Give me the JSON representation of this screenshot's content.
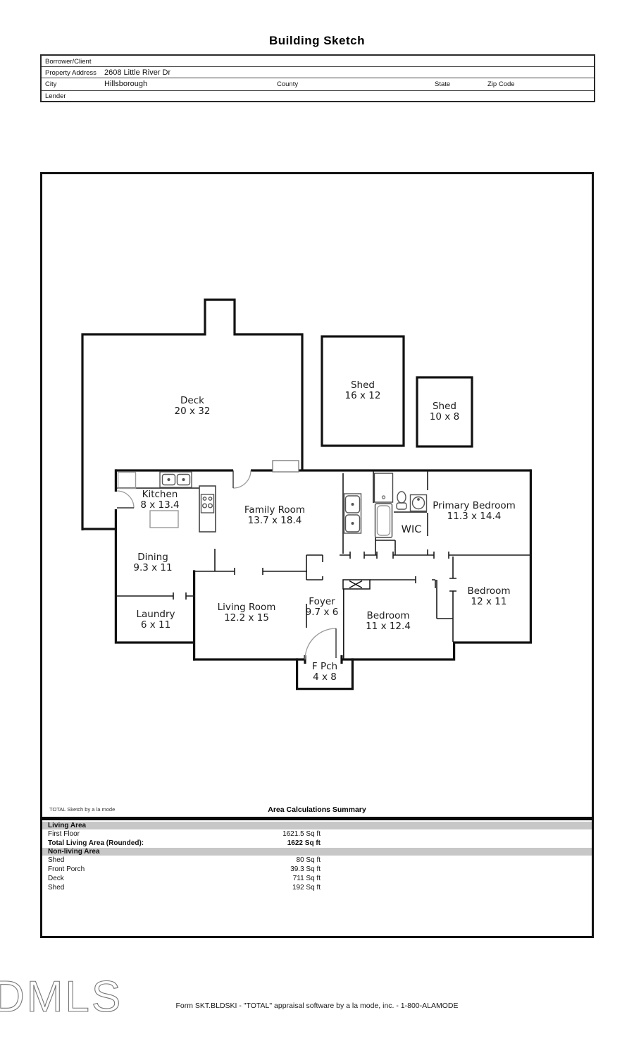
{
  "title": "Building Sketch",
  "form": {
    "borrower_label": "Borrower/Client",
    "property_label": "Property Address",
    "property_value": "2608 Little River Dr",
    "city_label": "City",
    "city_value": "Hillsborough",
    "county_label": "County",
    "state_label": "State",
    "zip_label": "Zip Code",
    "lender_label": "Lender"
  },
  "plan": {
    "rooms": {
      "deck": {
        "name": "Deck",
        "dims": "20 x 32"
      },
      "shed1": {
        "name": "Shed",
        "dims": "16 x 12"
      },
      "shed2": {
        "name": "Shed",
        "dims": "10 x 8"
      },
      "kitchen": {
        "name": "Kitchen",
        "dims": "8 x 13.4"
      },
      "family": {
        "name": "Family Room",
        "dims": "13.7 x 18.4"
      },
      "primary": {
        "name": "Primary Bedroom",
        "dims": "11.3 x 14.4"
      },
      "wic": {
        "name": "WIC",
        "dims": ""
      },
      "dining": {
        "name": "Dining",
        "dims": "9.3 x 11"
      },
      "living": {
        "name": "Living Room",
        "dims": "12.2 x 15"
      },
      "foyer": {
        "name": "Foyer",
        "dims": "9.7 x 6"
      },
      "laundry": {
        "name": "Laundry",
        "dims": "6 x 11"
      },
      "bedroom1": {
        "name": "Bedroom",
        "dims": "11 x 12.4"
      },
      "bedroom2": {
        "name": "Bedroom",
        "dims": "12 x 11"
      },
      "fpch": {
        "name": "F Pch",
        "dims": "4 x 8"
      }
    }
  },
  "summary": {
    "branding": "TOTAL Sketch by a la mode",
    "title": "Area Calculations Summary",
    "living_header": "Living Area",
    "rows_living": [
      {
        "label": "First Floor",
        "value": "1621.5 Sq ft"
      }
    ],
    "total_label": "Total Living Area (Rounded):",
    "total_value": "1622 Sq ft",
    "nonliving_header": "Non-living Area",
    "rows_nonliving": [
      {
        "label": "Shed",
        "value": "80 Sq ft"
      },
      {
        "label": "Front Porch",
        "value": "39.3 Sq ft"
      },
      {
        "label": "Deck",
        "value": "711 Sq ft"
      },
      {
        "label": "Shed",
        "value": "192 Sq ft"
      }
    ]
  },
  "footer": {
    "logo": "DMLS",
    "form_line": "Form SKT.BLDSKI - \"TOTAL\" appraisal software by a la mode, inc. - 1-800-ALAMODE"
  },
  "colors": {
    "wall": "#111111",
    "band_gray": "#c7c7c7",
    "fixture_gray": "#888888"
  }
}
